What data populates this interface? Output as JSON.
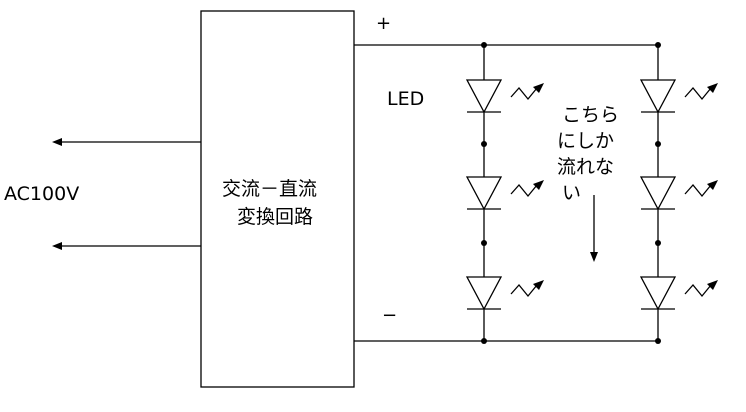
{
  "labels": {
    "ac_input": "AC100V",
    "converter_line1": "交流－直流",
    "converter_line2": "変換回路",
    "plus": "+",
    "minus": "−",
    "led": "LED"
  },
  "note": {
    "line1": "こちら",
    "line2": "にしか",
    "line3": "流れな",
    "line4": "い"
  },
  "colors": {
    "stroke": "#000000",
    "background": "#ffffff"
  },
  "led_strings": [
    {
      "leds": 3
    },
    {
      "leds": 3
    }
  ]
}
